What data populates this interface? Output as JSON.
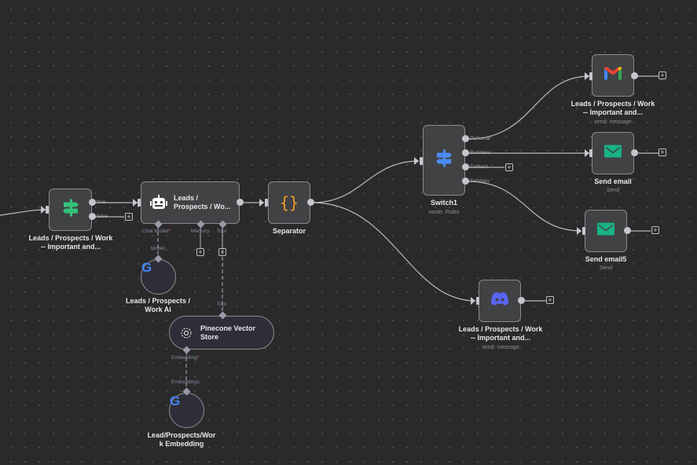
{
  "canvas": {
    "theme": "dark",
    "grid": "dots"
  },
  "nodes": {
    "if_node": {
      "label_line1": "Leads / Prospects / Work",
      "label_line2": "-- Important and...",
      "icon": "if-signpost-icon",
      "outputs": [
        "true",
        "false"
      ]
    },
    "agent": {
      "title_line1": "Leads /",
      "title_line2": "Prospects / Wo...",
      "icon": "robot-icon",
      "ports": [
        "Chat Model",
        "Memory",
        "Tool"
      ],
      "required_mark": "*"
    },
    "separator": {
      "label": "Separator",
      "icon": "braces-icon"
    },
    "gemini_model": {
      "label_line1": "Leads / Prospects /",
      "label_line2": "Work Ai",
      "icon": "google-icon",
      "port": "Model"
    },
    "pinecone": {
      "title_line1": "Pinecone Vector",
      "title_line2": "Store",
      "icon": "pinecone-icon",
      "port_top": "Tool",
      "port_bottom": "Embedding",
      "required_mark": "*"
    },
    "embedding": {
      "label_line1": "Lead/Prospects/Wor",
      "label_line2": "k Embedding",
      "icon": "google-icon",
      "port": "Embeddings"
    },
    "switch": {
      "label": "Switch1",
      "sub": "mode: Rules",
      "icon": "switch-signpost-icon",
      "outputs": [
        "Personal",
        "Business",
        "Contact",
        "Services"
      ]
    },
    "gmail": {
      "label_line1": "Leads / Prospects / Work",
      "label_line2": "-- Important and...",
      "sub": "send: message",
      "icon": "gmail-icon"
    },
    "send_email": {
      "label": "Send email",
      "sub": "Send",
      "icon": "envelope-icon"
    },
    "send_email5": {
      "label": "Send email5",
      "sub": "Send",
      "icon": "envelope-icon"
    },
    "discord": {
      "label_line1": "Leads / Prospects / Work",
      "label_line2": "-- Important and...",
      "sub": "send: message",
      "icon": "discord-icon"
    }
  },
  "colors": {
    "accent_green": "#35c27a",
    "switch_blue": "#4d8cf5",
    "braces_orange": "#f39c2b",
    "email_green": "#19b384",
    "discord": "#5865f2"
  },
  "add_button_label": "+"
}
